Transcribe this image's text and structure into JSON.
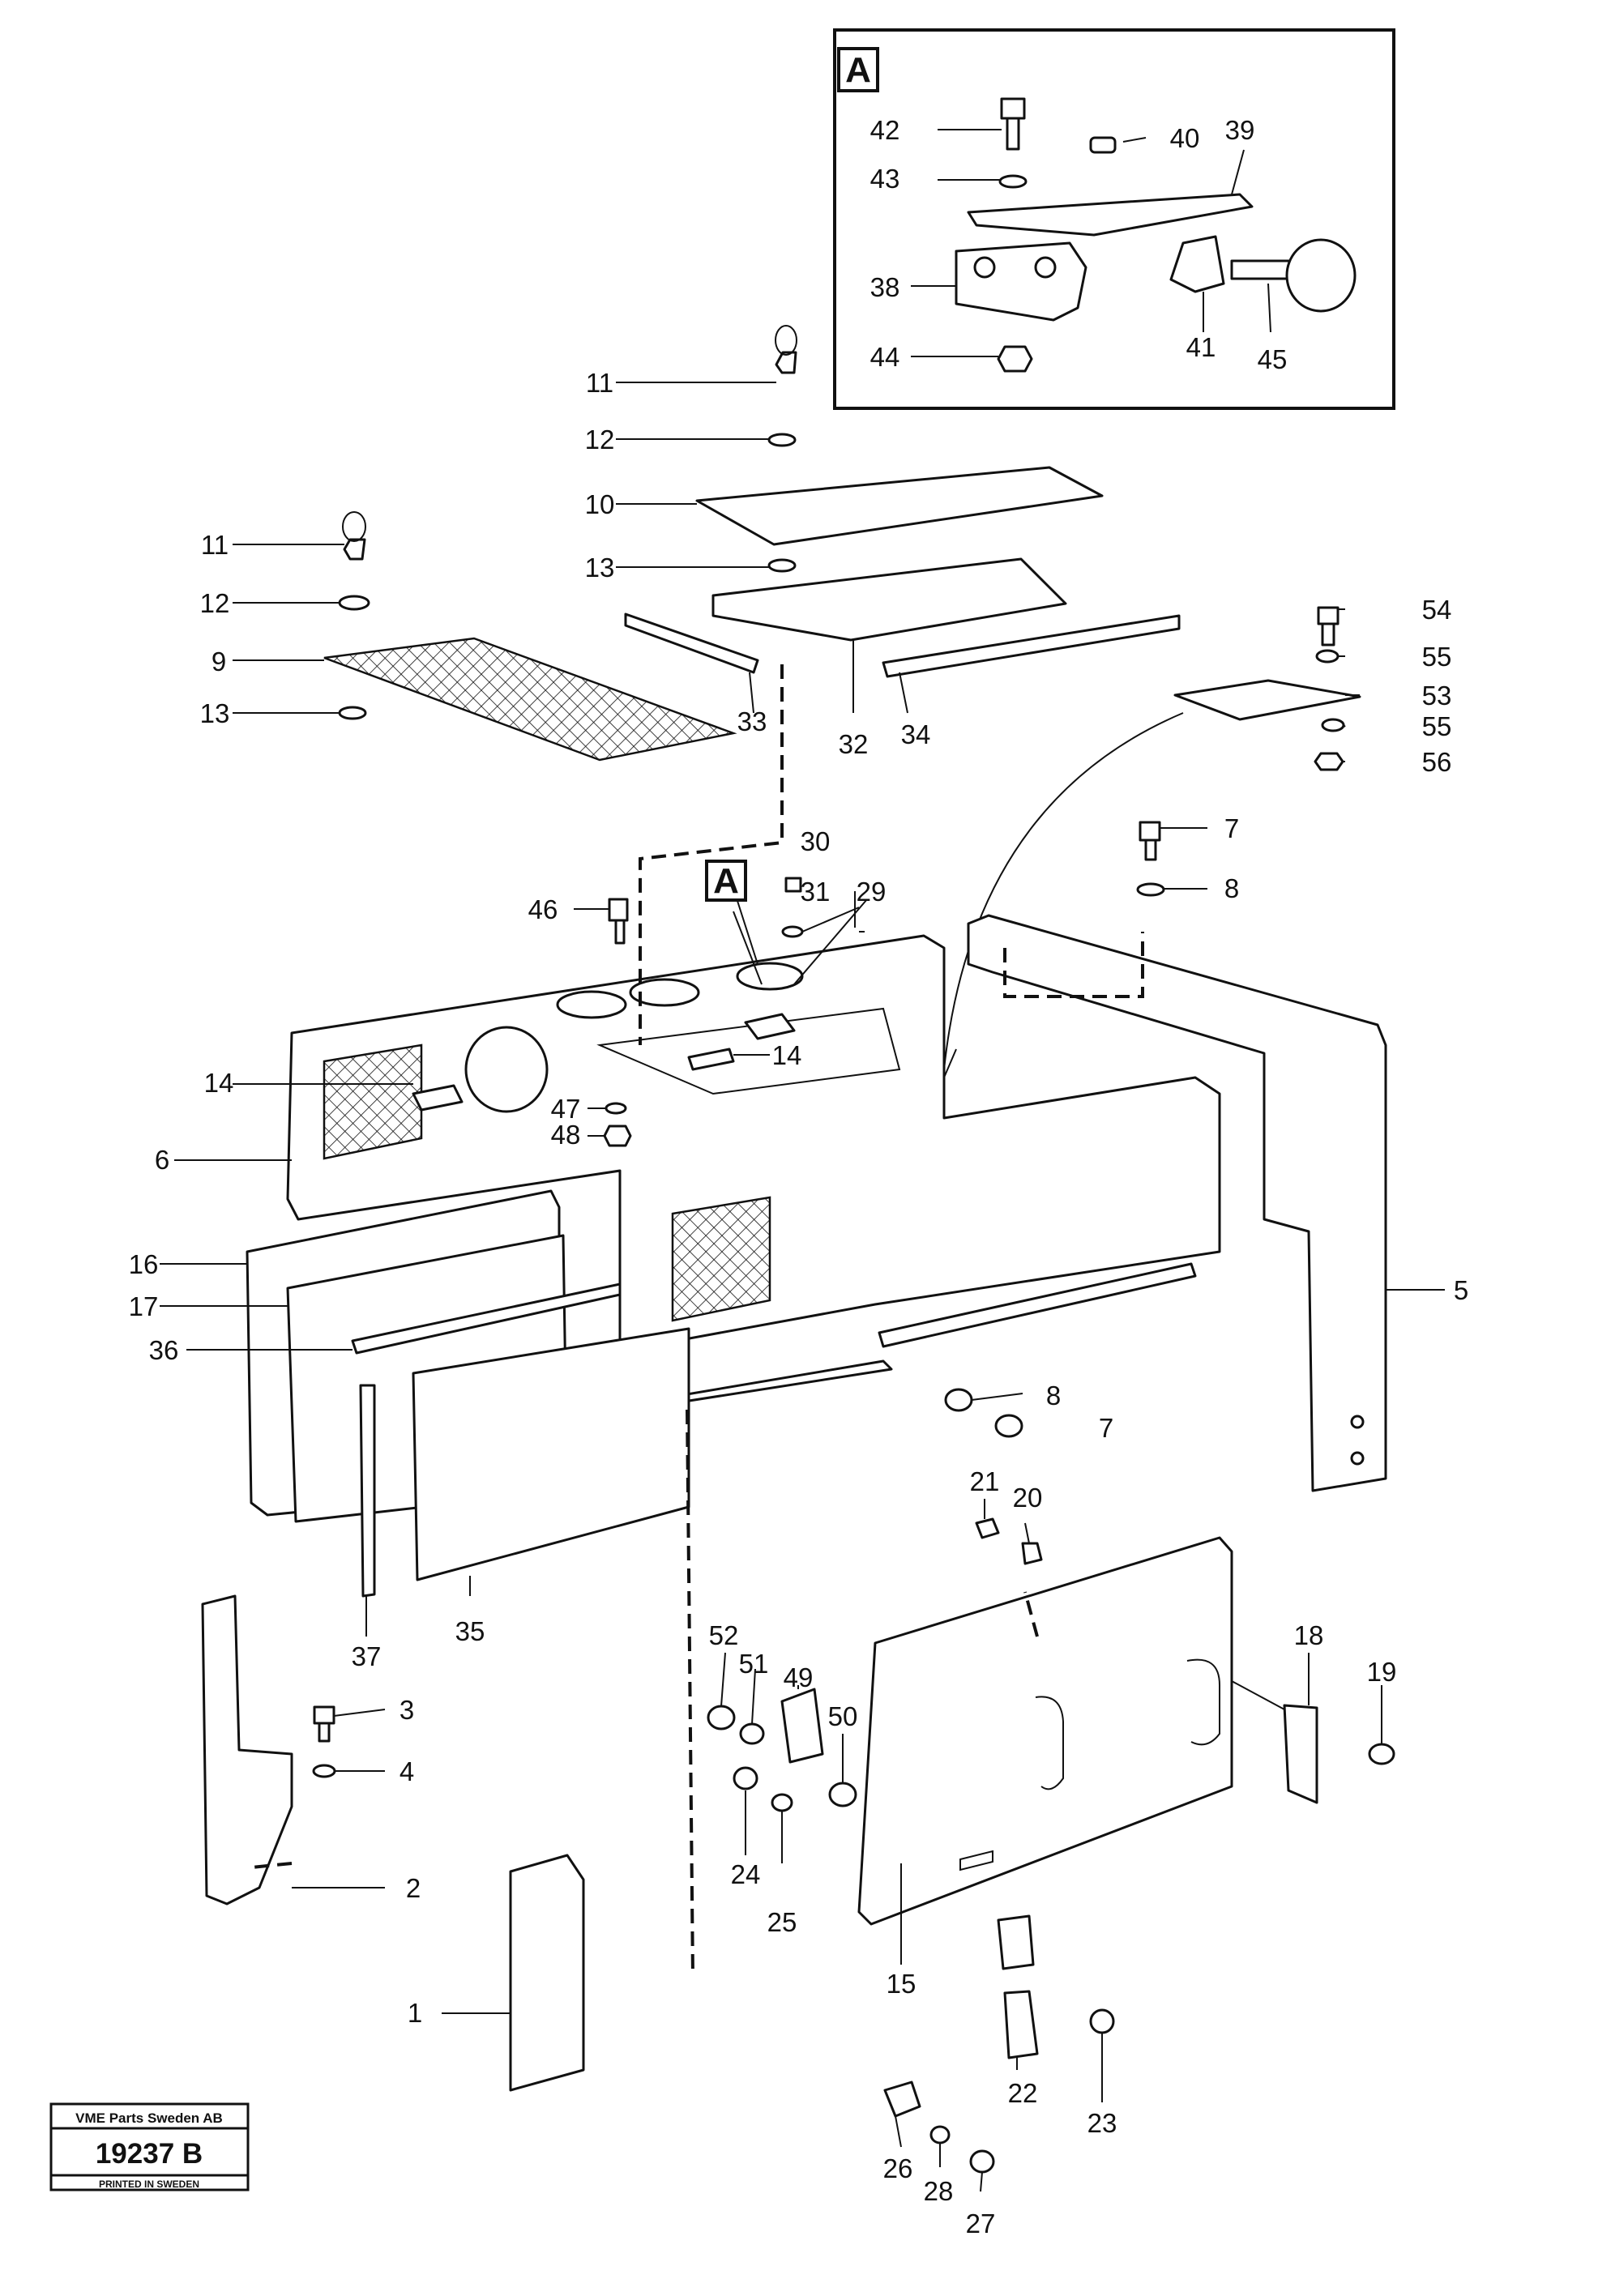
{
  "callouts": [
    "1",
    "2",
    "3",
    "4",
    "5",
    "6",
    "7",
    "8",
    "9",
    "10",
    "11",
    "12",
    "13",
    "14",
    "15",
    "16",
    "17",
    "18",
    "19",
    "20",
    "21",
    "22",
    "23",
    "24",
    "25",
    "26",
    "27",
    "28",
    "29",
    "30",
    "31",
    "32",
    "33",
    "34",
    "35",
    "36",
    "37",
    "38",
    "39",
    "40",
    "41",
    "42",
    "43",
    "44",
    "45",
    "46",
    "47",
    "48",
    "49",
    "50",
    "51",
    "52",
    "53",
    "54",
    "55",
    "56"
  ],
  "detail_view": {
    "letter": "A"
  },
  "stamp": {
    "company": "VME Parts Sweden AB",
    "number": "19237 B",
    "printed": "PRINTED IN SWEDEN"
  }
}
